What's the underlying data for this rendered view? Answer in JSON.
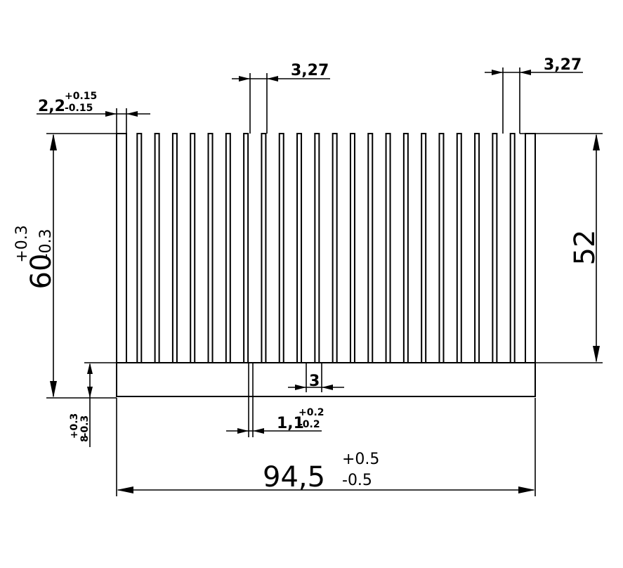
{
  "dimensions": {
    "base_width": {
      "value": "94,5",
      "upper_tol": "+0.5",
      "lower_tol": "-0.5"
    },
    "total_height": {
      "value": "60",
      "upper_tol": "+0.3",
      "lower_tol": "-0.3"
    },
    "fin_height": {
      "value": "52"
    },
    "base_thickness": {
      "value": "8",
      "upper_tol": "+0.3",
      "lower_tol": "-0.3"
    },
    "outer_fin_thickness": {
      "value": "2,2",
      "upper_tol": "+0.15",
      "lower_tol": "-0.15"
    },
    "fin_gap_left": {
      "value": "3,27"
    },
    "fin_gap_right": {
      "value": "3,27"
    },
    "fin_pitch": {
      "value": "3"
    },
    "inner_fin_thickness": {
      "value": "1,1",
      "upper_tol": "+0.2",
      "lower_tol": "-0.2"
    }
  },
  "profile": {
    "fin_count": 24
  }
}
